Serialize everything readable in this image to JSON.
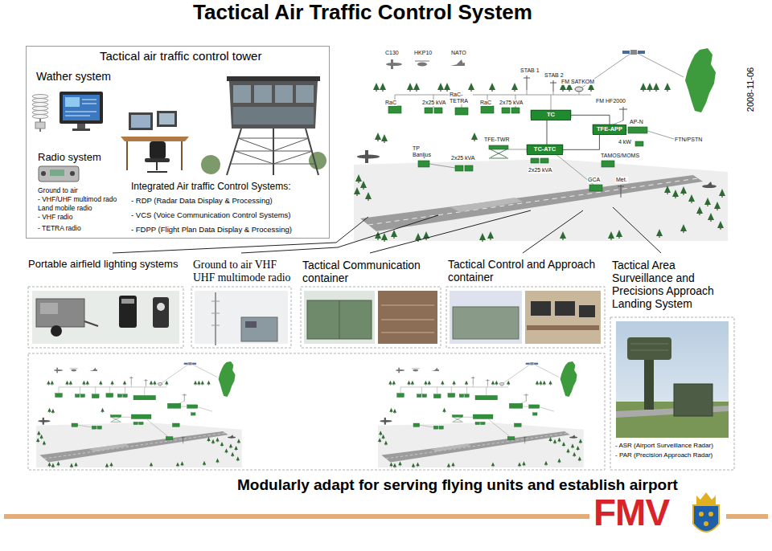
{
  "diagram": {
    "title": "Tactical Air Traffic Control System",
    "caption": "Modularly adapt for serving flying units and establish airport",
    "nodes": [
      {
        "text": [
          "Tactical air traffic control tower",
          "Wather system",
          "Radio system",
          "Ground to air",
          "- VHF/UHF multimod rado",
          "Land mobile radio",
          "- VHF radio",
          "- TETRA radio",
          "Integrated Air traffic Control Systems:",
          "- RDP (Radar Data Display & Processing)",
          "- VCS (Voice Communication Control Systems)",
          "- FDPP (Flight Plan Data Display & Processing)"
        ]
      },
      {
        "text": [
          "Portable airfield lighting systems"
        ]
      },
      {
        "text": [
          "Ground to air VHF UHF multimode radio"
        ]
      },
      {
        "text": [
          "Tactical Communication container"
        ]
      },
      {
        "text": [
          "Tactical Control and Approach container"
        ]
      },
      {
        "text": [
          "Tactical Area Surveillance and Precisions Approach Landing System",
          "- ASR (Airport Surveillance Radar)",
          "- PAR (Precision Approach Radar)"
        ]
      },
      {
        "text": [
          "TC"
        ]
      },
      {
        "text": [
          "TFE-APP"
        ]
      },
      {
        "text": [
          "TC-ATC"
        ]
      }
    ],
    "edges": [
      {
        "from": 6,
        "to": 8,
        "arrow": "none"
      },
      {
        "from": 6,
        "to": 7,
        "arrow": "none"
      },
      {
        "from": 8,
        "to": 7,
        "arrow": "none"
      }
    ],
    "labels": [
      "C130",
      "HKP10",
      "NATO",
      "STAB 1",
      "STAB 2",
      "FM SATKOM",
      "RaC",
      "2x25 kVA",
      "RaC- TETRA",
      "RaC",
      "2x75 kVA",
      "FM HF2000",
      "AP-N",
      "FTN/PSTN",
      "4 kW",
      "TAMOS/MOMS",
      "TP Banljus",
      "2x25 kVA",
      "TFE-TWR",
      "2x25 kVA",
      "GCA",
      "Met.",
      "2008-11-06",
      "FMV"
    ]
  }
}
